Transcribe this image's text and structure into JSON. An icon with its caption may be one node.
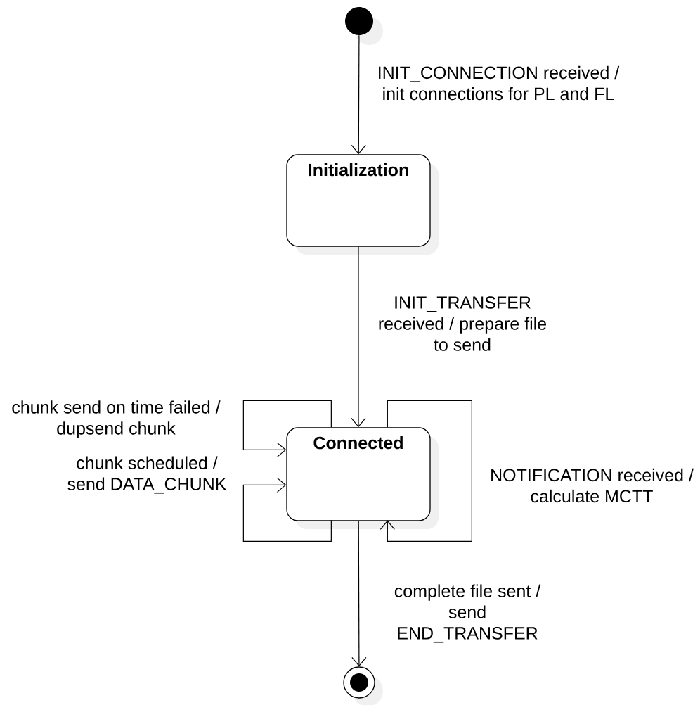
{
  "diagram": {
    "nodes": [
      {
        "text": [],
        "shape": "circle"
      },
      {
        "text": [
          "Initialization"
        ]
      },
      {
        "text": [
          "Connected"
        ]
      },
      {
        "text": [],
        "shape": "circle"
      }
    ],
    "edges": [
      {
        "from": 0,
        "to": 1,
        "arrow": "to",
        "label": "INIT_CONNECTION received / init connections for PL and FL"
      },
      {
        "from": 1,
        "to": 2,
        "arrow": "to",
        "label": "INIT_TRANSFER received / prepare file to send"
      },
      {
        "from": 2,
        "to": 2,
        "arrow": "to",
        "label": "chunk send on time failed / dupsend chunk"
      },
      {
        "from": 2,
        "to": 2,
        "arrow": "to",
        "label": "chunk scheduled / send DATA_CHUNK"
      },
      {
        "from": 2,
        "to": 2,
        "arrow": "to",
        "label": "NOTIFICATION received / calculate MCTT"
      },
      {
        "from": 2,
        "to": 3,
        "arrow": "to",
        "label": "complete file sent / send END_TRANSFER"
      }
    ]
  }
}
